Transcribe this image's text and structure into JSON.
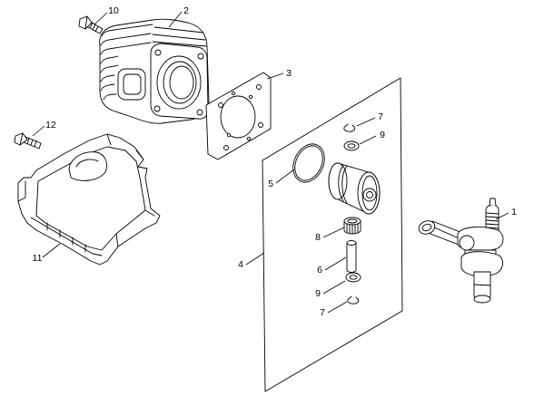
{
  "callouts": [
    "10",
    "2",
    "3",
    "12",
    "7",
    "9",
    "5",
    "4",
    "8",
    "6",
    "9",
    "7",
    "1",
    "11"
  ],
  "colors": {
    "line": "#000000",
    "background": "#ffffff"
  }
}
